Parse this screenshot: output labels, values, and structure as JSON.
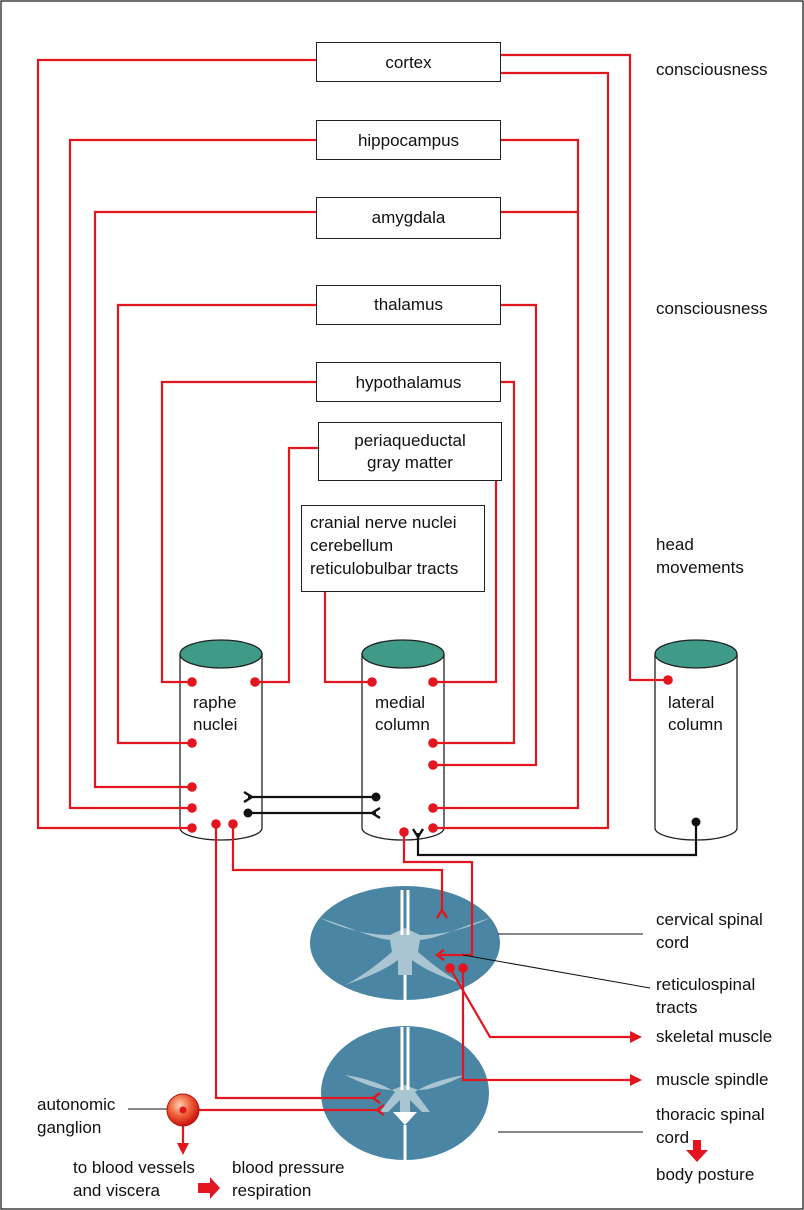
{
  "boxes": {
    "cortex": "cortex",
    "hippocampus": "hippocampus",
    "amygdala": "amygdala",
    "thalamus": "thalamus",
    "hypothalamus": "hypothalamus",
    "pag_line1": "periaqueductal",
    "pag_line2": "gray matter",
    "cranial_line1": "cranial nerve nuclei",
    "cranial_line2": "cerebellum",
    "cranial_line3": "reticulobulbar tracts"
  },
  "columns": {
    "raphe_line1": "raphe",
    "raphe_line2": "nuclei",
    "medial_line1": "medial",
    "medial_line2": "column",
    "lateral_line1": "lateral",
    "lateral_line2": "column"
  },
  "right_labels": {
    "consciousness_1": "consciousness",
    "consciousness_2": "consciousness",
    "head_line1": "head",
    "head_line2": "movements",
    "cervical_line1": "cervical spinal",
    "cervical_line2": "cord",
    "reticulospinal_line1": "reticulospinal",
    "reticulospinal_line2": "tracts",
    "skeletal_muscle": "skeletal muscle",
    "muscle_spindle": "muscle spindle",
    "thoracic_line1": "thoracic spinal",
    "thoracic_line2": "cord",
    "body_posture": "body posture"
  },
  "bottom_labels": {
    "autonomic_line1": "autonomic",
    "autonomic_line2": "ganglion",
    "vessels_line1": "to blood vessels",
    "vessels_line2": "and viscera",
    "bp_line1": "blood pressure",
    "bp_line2": "respiration"
  },
  "colors": {
    "pathway": "#e3151f",
    "connector": "#111111",
    "column_top": "#3f9a88",
    "cord": "#4a86a3",
    "cord_gray": "#a9c5d2",
    "ganglion": "#e23a22"
  }
}
